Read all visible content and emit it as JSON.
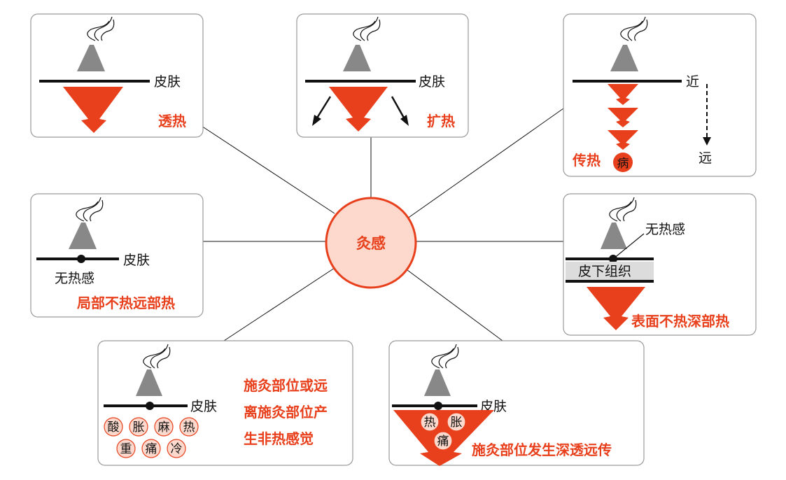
{
  "center": {
    "label": "灸感"
  },
  "panels": {
    "transmit": {
      "skin": "皮肤",
      "title": "透热"
    },
    "expand": {
      "skin": "皮肤",
      "title": "扩热"
    },
    "conduct": {
      "near": "近",
      "far": "远",
      "title": "传热",
      "disease": "病"
    },
    "local": {
      "skin": "皮肤",
      "no_heat": "无热感",
      "title": "局部不热远部热"
    },
    "deep": {
      "no_heat": "无热感",
      "tissue": "皮下组织",
      "title": "表面不热深部热"
    },
    "non_heat": {
      "skin": "皮肤",
      "sensations": [
        "酸",
        "胀",
        "麻",
        "热",
        "重",
        "痛",
        "冷"
      ],
      "text_lines": [
        "施灸部位或远",
        "离施灸部位产",
        "生非热感觉"
      ]
    },
    "deep_far": {
      "skin": "皮肤",
      "sensations": [
        "热",
        "胀",
        "痛"
      ],
      "title": "施灸部位发生深透远传"
    }
  },
  "colors": {
    "accent": "#e8401c",
    "center_fill": "#fcd9cc",
    "cone": "#888888"
  }
}
